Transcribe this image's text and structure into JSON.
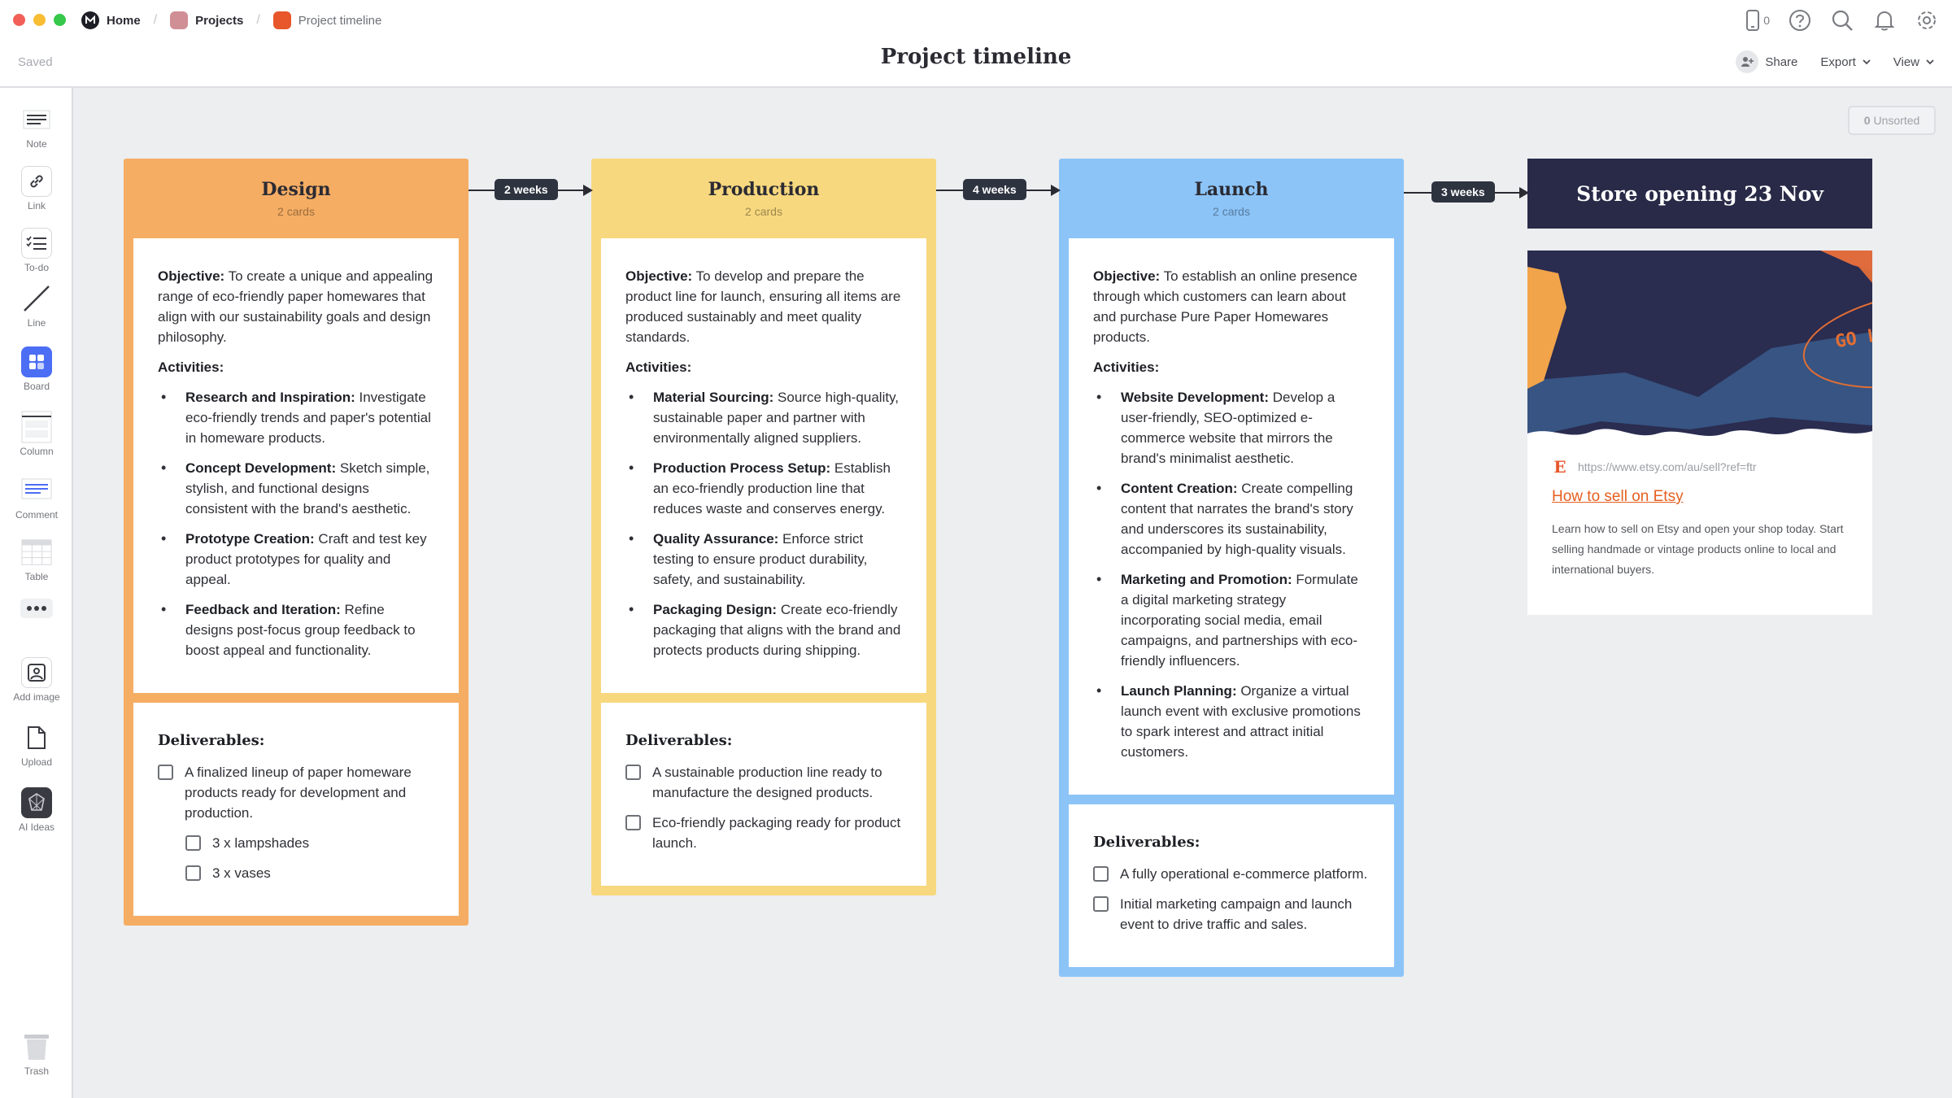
{
  "window": {
    "traffic_colors": [
      "#f25f58",
      "#f8bd33",
      "#36c84a"
    ]
  },
  "breadcrumbs": [
    {
      "label": "Home",
      "color": "#1d1e26"
    },
    {
      "label": "Projects",
      "color": "#d08e95"
    },
    {
      "label": "Project timeline",
      "color": "#e7572b"
    }
  ],
  "header": {
    "saved_status": "Saved",
    "title": "Project timeline",
    "device_count": "0",
    "share_label": "Share",
    "export_label": "Export",
    "view_label": "View"
  },
  "toolbar": {
    "items": [
      {
        "label": "Note",
        "icon": "note-icon"
      },
      {
        "label": "Link",
        "icon": "link-icon"
      },
      {
        "label": "To-do",
        "icon": "todo-icon"
      },
      {
        "label": "Line",
        "icon": "line-icon"
      },
      {
        "label": "Board",
        "icon": "board-icon"
      },
      {
        "label": "Column",
        "icon": "column-icon"
      },
      {
        "label": "Comment",
        "icon": "comment-icon"
      },
      {
        "label": "Table",
        "icon": "table-icon"
      },
      {
        "label": "",
        "icon": "more-icon"
      },
      {
        "label": "Add image",
        "icon": "add-image-icon"
      },
      {
        "label": "Upload",
        "icon": "upload-icon"
      },
      {
        "label": "AI Ideas",
        "icon": "ai-ideas-icon"
      }
    ],
    "trash_label": "Trash",
    "accent": "#4c6ef5"
  },
  "unsorted": {
    "count": "0",
    "label": "Unsorted"
  },
  "columns": [
    {
      "title": "Design",
      "subtitle": "2 cards",
      "color": "#f5ad63",
      "objective_label": "Objective:",
      "objective_text": " To create a unique and appealing range of eco-friendly paper homewares that align with our sustainability goals and design philosophy.",
      "activities_label": "Activities:",
      "activities": [
        {
          "title": "Research and Inspiration:",
          "text": " Investigate eco-friendly trends and paper's potential in homeware products."
        },
        {
          "title": "Concept Development:",
          "text": " Sketch simple, stylish, and functional designs consistent with the brand's aesthetic."
        },
        {
          "title": "Prototype Creation:",
          "text": " Craft and test key product prototypes for quality and appeal."
        },
        {
          "title": "Feedback and Iteration:",
          "text": " Refine designs post-focus group feedback to boost appeal and functionality."
        }
      ],
      "deliverables_label": "Deliverables:",
      "deliverables": [
        {
          "text": "A finalized lineup of paper homeware products ready for development and production.",
          "sub": false
        },
        {
          "text": "3 x lampshades",
          "sub": true
        },
        {
          "text": "3 x vases",
          "sub": true
        }
      ]
    },
    {
      "title": "Production",
      "subtitle": "2 cards",
      "color": "#f8d87e",
      "objective_label": "Objective:",
      "objective_text": " To develop and prepare the product line for launch, ensuring all items are produced sustainably and meet quality standards.",
      "activities_label": "Activities:",
      "activities": [
        {
          "title": "Material Sourcing:",
          "text": " Source high-quality, sustainable paper and partner with environmentally aligned suppliers."
        },
        {
          "title": "Production Process Setup:",
          "text": " Establish an eco-friendly production line that reduces waste and conserves energy."
        },
        {
          "title": "Quality Assurance:",
          "text": " Enforce strict testing to ensure product durability, safety, and sustainability."
        },
        {
          "title": "Packaging Design:",
          "text": " Create eco-friendly packaging that aligns with the brand and protects products during shipping."
        }
      ],
      "deliverables_label": "Deliverables:",
      "deliverables": [
        {
          "text": "A sustainable production line ready to manufacture the designed products.",
          "sub": false
        },
        {
          "text": "Eco-friendly packaging ready for product launch.",
          "sub": false
        }
      ]
    },
    {
      "title": "Launch",
      "subtitle": "2 cards",
      "color": "#8cc4f8",
      "objective_label": "Objective:",
      "objective_text": " To establish an online presence through which customers can learn about and purchase Pure Paper Homewares products.",
      "activities_label": "Activities:",
      "activities": [
        {
          "title": "Website Development:",
          "text": " Develop a user-friendly, SEO-optimized e-commerce website that mirrors the brand's minimalist aesthetic."
        },
        {
          "title": "Content Creation:",
          "text": " Create compelling content that narrates the brand's story and underscores its sustainability, accompanied by high-quality visuals."
        },
        {
          "title": "Marketing and Promotion:",
          "text": " Formulate a digital marketing strategy incorporating social media, email campaigns, and partnerships with eco-friendly influencers."
        },
        {
          "title": "Launch Planning:",
          "text": " Organize a virtual launch event with exclusive promotions to spark interest and attract initial customers."
        }
      ],
      "deliverables_label": "Deliverables:",
      "deliverables": [
        {
          "text": "A fully operational e-commerce platform.",
          "sub": false
        },
        {
          "text": "Initial marketing campaign and launch event to drive traffic and sales.",
          "sub": false
        }
      ]
    }
  ],
  "connectors": [
    {
      "label": "2 weeks"
    },
    {
      "label": "4 weeks"
    },
    {
      "label": "3 weeks"
    }
  ],
  "store": {
    "title": "Store opening 23 Nov",
    "image_text": "GO LIVE!",
    "link_url": "https://www.etsy.com/au/sell?ref=ftr",
    "link_title": "How to sell on Etsy",
    "link_desc": "Learn how to sell on Etsy and open your shop today. Start selling handmade or vintage products online to local and international buyers."
  }
}
